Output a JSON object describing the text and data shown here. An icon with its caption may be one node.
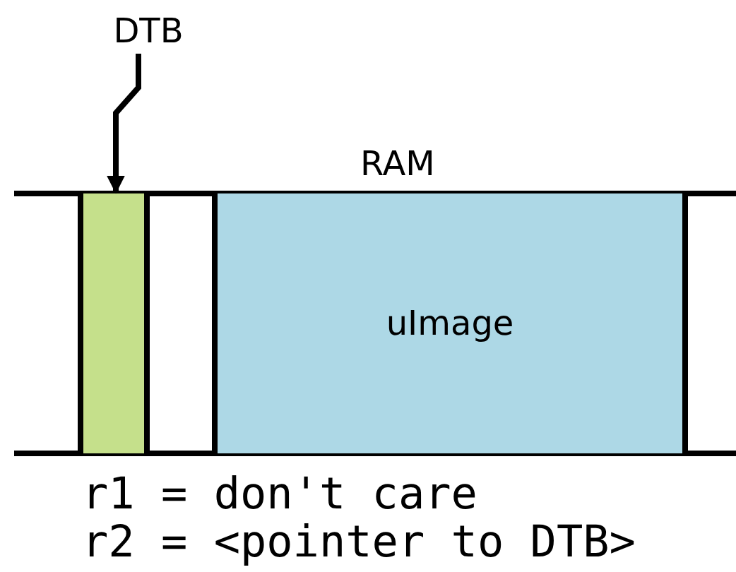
{
  "diagram": {
    "nodes": [
      {
        "text": [
          "DTB"
        ]
      },
      {
        "text": [
          "RAM"
        ]
      },
      {
        "text": [],
        "shape": "box",
        "in": 1
      },
      {
        "text": [
          "uImage"
        ],
        "in": 1
      }
    ],
    "edges": [
      {
        "from": 0,
        "to": 2,
        "arrow": "to"
      }
    ],
    "labels": [
      "r1 = don't care",
      "r2 = <pointer to DTB>"
    ]
  }
}
